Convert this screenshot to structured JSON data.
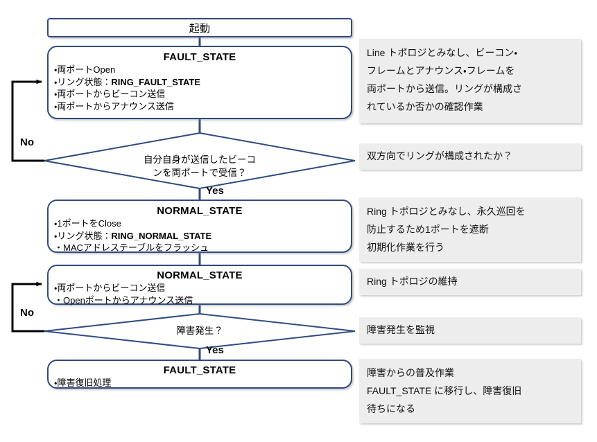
{
  "diagram": {
    "title": "Ring protocol state transition flowchart",
    "accent_color": "#2e4b80",
    "note_bg": "#ededed",
    "start": {
      "label": "起動"
    },
    "nodes": [
      {
        "id": "fault-state-1",
        "title": "FAULT_STATE",
        "bullets": [
          {
            "text": "・両ポートOpen",
            "bold_tail": ""
          },
          {
            "prefix": "・リング状態：",
            "strong": "RING_FAULT_STATE"
          },
          {
            "text": "・両ポートからビーコン送信"
          },
          {
            "text": "・両ポートからアナウンス送信"
          }
        ]
      },
      {
        "id": "normal-state-1",
        "title": "NORMAL_STATE",
        "bullets": [
          {
            "text": "・1ポートをClose"
          },
          {
            "prefix": "・リング状態：",
            "strong": "RING_NORMAL_STATE"
          },
          {
            "text": "・MACアドレステーブルをフラッシュ"
          }
        ]
      },
      {
        "id": "normal-state-2",
        "title": "NORMAL_STATE",
        "bullets": [
          {
            "text": "・両ポートからビーコン送信"
          },
          {
            "text": "・Openポートからアナウンス送信"
          }
        ]
      },
      {
        "id": "fault-state-2",
        "title": "FAULT_STATE",
        "bullets": [
          {
            "text": "・障害復旧処理"
          }
        ]
      }
    ],
    "decisions": [
      {
        "id": "decision-beacon",
        "line1": "自分自身が送信したビーコ",
        "line2": "ンを両ポートで受信？",
        "yes_label": "Yes",
        "no_label": "No"
      },
      {
        "id": "decision-fault",
        "line1": "障害発生？",
        "line2": "",
        "yes_label": "Yes",
        "no_label": "No"
      }
    ],
    "notes": [
      {
        "id": "note-fault-1",
        "lines": [
          "Line トポロジとみなし、ビーコン・",
          "フレームとアナウンス・フレームを",
          "両ポートから送信。リングが構成さ",
          "れているか否かの確認作業"
        ]
      },
      {
        "id": "note-decision-beacon",
        "lines": [
          "双方向でリングが構成されたか？"
        ]
      },
      {
        "id": "note-normal-1",
        "lines": [
          "Ring トポロジとみなし、永久巡回を",
          "防止するため1ポートを遮断",
          "初期化作業を行う"
        ]
      },
      {
        "id": "note-normal-2",
        "lines": [
          "Ring トポロジの維持"
        ]
      },
      {
        "id": "note-decision-fault",
        "lines": [
          "障害発生を監視"
        ]
      },
      {
        "id": "note-fault-2",
        "lines": [
          "障害からの普及作業",
          "FAULT_STATE に移行し、障害復旧",
          "待ちになる"
        ]
      }
    ]
  }
}
